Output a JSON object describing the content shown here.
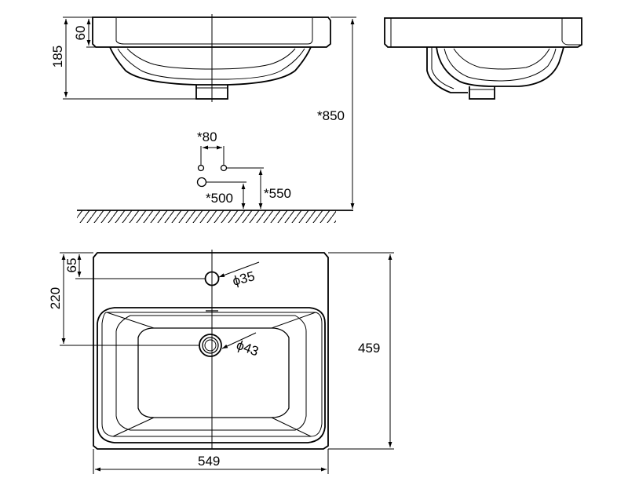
{
  "drawing": {
    "title": "",
    "front_view": {
      "dim_rim_height": "60",
      "dim_total_height": "185"
    },
    "install_height": {
      "dim_to_floor": "*850",
      "dim_supply_spacing": "*80",
      "dim_drain_height": "*500",
      "dim_supply_height": "*550"
    },
    "top_view": {
      "dim_tap_hole_offset": "65",
      "dim_drain_offset": "220",
      "dim_tap_hole_diameter": "ϕ35",
      "dim_drain_diameter": "ϕ43",
      "dim_depth": "459",
      "dim_width": "549"
    }
  }
}
